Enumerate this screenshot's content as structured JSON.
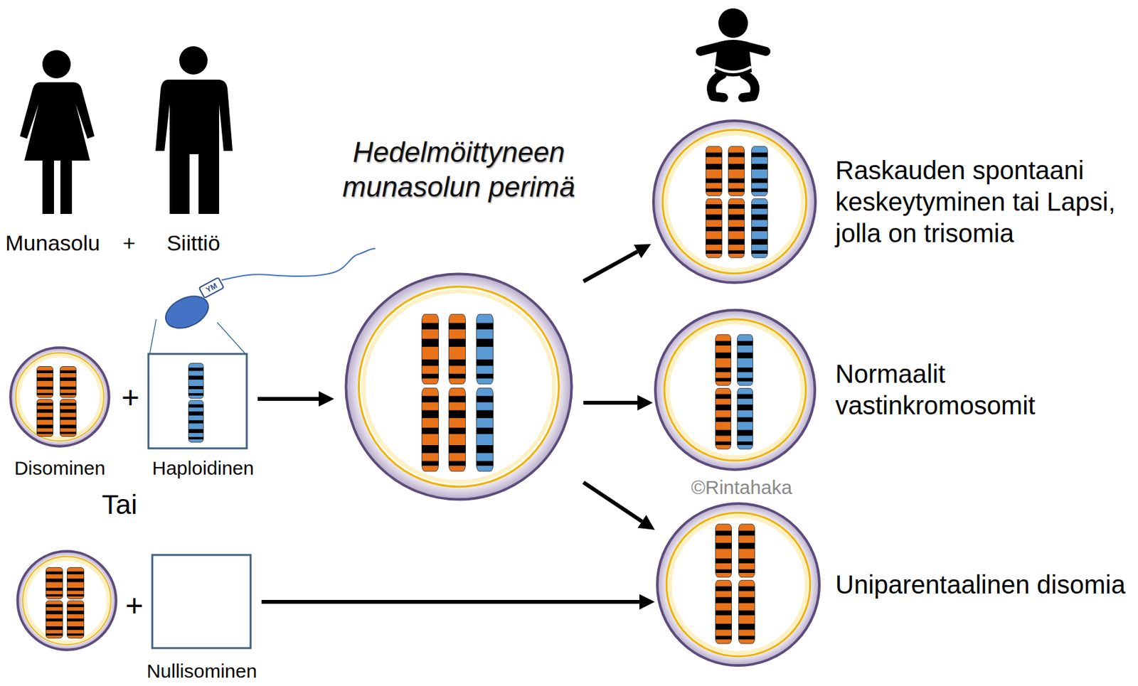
{
  "diagram": {
    "nodes": [
      {
        "text": [
          "Disominen"
        ]
      },
      {
        "text": [
          "Haploidinen"
        ]
      },
      {
        "text": [
          "Hedelmöittyneen munasolun perimä"
        ]
      },
      {
        "text": [
          "Raskauden spontaani keskeytyminen tai Lapsi, jolla on trisomia"
        ]
      },
      {
        "text": [
          "Normaalit vastinkromosomit"
        ]
      },
      {
        "text": [
          "Uniparentaalinen disomia"
        ]
      },
      {
        "text": [
          "Nullisominen"
        ]
      }
    ],
    "edges": [
      {
        "from": 1,
        "to": 2,
        "arrow": "to"
      },
      {
        "from": 2,
        "to": 3,
        "arrow": "to"
      },
      {
        "from": 2,
        "to": 4,
        "arrow": "to"
      },
      {
        "from": 2,
        "to": 5,
        "arrow": "to"
      },
      {
        "from": 6,
        "to": 5,
        "arrow": "to"
      }
    ],
    "labels": [
      "Munasolu",
      "+",
      "Siittiö",
      "YM",
      "+",
      "Tai",
      "+",
      "©Rintahaka"
    ]
  }
}
